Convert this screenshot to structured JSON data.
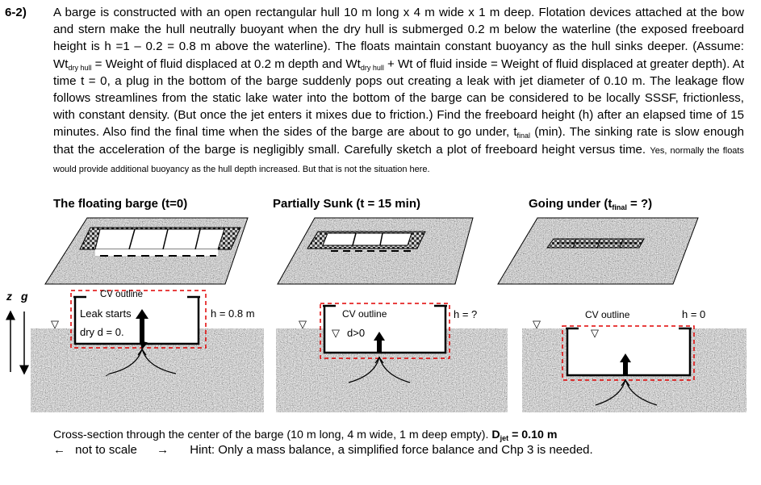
{
  "problem": {
    "number": "6-2)",
    "seg1": "A barge is constructed with an open rectangular hull 10 m long x 4 m wide x 1 m deep. Flotation devices attached at the bow and stern make the hull neutrally buoyant when the dry hull is submerged 0.2 m below the waterline (the exposed  freeboard height is h =1 – 0.2 = 0.8 m above the waterline).  The floats maintain constant buoyancy as the hull sinks deeper. (Assume: Wt",
    "sub1": "dry hull",
    "seg2": " = Weight of fluid displaced at 0.2 m depth and Wt",
    "sub2": "dry hull",
    "seg3": " + Wt of fluid inside = Weight of fluid displaced at greater depth).  At time t = 0, a plug in the bottom of the barge suddenly pops out creating a leak with jet diameter of 0.10 m.  The leakage flow follows streamlines from the static lake water into the bottom of the barge can be considered to be locally SSSF, frictionless, with constant density.  (But once the jet enters it mixes due to friction.)  Find the freeboard height (h) after an elapsed time of 15 minutes.  Also find the final time when the sides of the barge are about to go under, t",
    "sub3": "final",
    "seg4": " (min). The sinking rate is slow enough that the acceleration of the barge is negligibly small. Carefully sketch a plot of freeboard height versus time.",
    "small_note": "Yes, normally the floats would provide additional buoyancy as the hull depth increased.  But that is not the situation here."
  },
  "headings": {
    "h1": "The floating barge (t=0)",
    "h2": "Partially Sunk (t = 15 min)",
    "h3_pre": "Going under (t",
    "h3_sub": "final",
    "h3_post": " = ?)"
  },
  "axis": {
    "z": "z",
    "g": "g"
  },
  "panel1": {
    "cv": "CV outline",
    "leak": "Leak starts",
    "dry": "dry d = 0.",
    "h": "h = 0.8 m"
  },
  "panel2": {
    "cv": "CV outline",
    "d": "d>0",
    "h": "h = ?"
  },
  "panel3": {
    "cv": "CV outline",
    "h": "h = 0"
  },
  "water_symbol": "▽",
  "caption": {
    "text": "Cross-section through the center of the barge (10 m long, 4 m wide, 1 m deep empty).",
    "djet_pre": "D",
    "djet_sub": "jet",
    "djet_post": " = 0.10 m"
  },
  "footer": {
    "left_arrow": "←",
    "not_to_scale": "not to scale",
    "right_arrow": "→",
    "hint": "Hint: Only a mass balance, a simplified force balance and Chp 3 is needed."
  }
}
